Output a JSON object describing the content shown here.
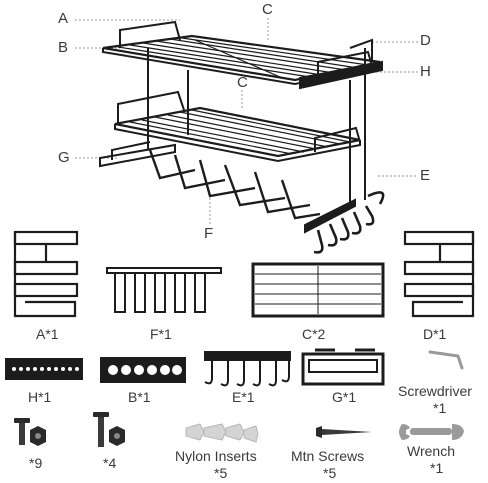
{
  "assembly_labels": {
    "A": "A",
    "B": "B",
    "C_top": "C",
    "C_mid": "C",
    "D": "D",
    "H": "H",
    "G": "G",
    "E": "E",
    "F": "F"
  },
  "parts_row1": {
    "A": "A*1",
    "F": "F*1",
    "C": "C*2",
    "D": "D*1"
  },
  "parts_row2": {
    "H": "H*1",
    "B": "B*1",
    "E": "E*1",
    "G": "G*1",
    "screwdriver_name": "Screwdriver",
    "screwdriver_qty": "*1"
  },
  "parts_row3": {
    "bolt9": "*9",
    "bolt4": "*4",
    "nylon_name": "Nylon Inserts",
    "nylon_qty": "*5",
    "mtn_name": "Mtn Screws",
    "mtn_qty": "*5",
    "wrench_name": "Wrench",
    "wrench_qty": "*1"
  },
  "colors": {
    "metal": "#1c1c1c",
    "text": "#3a3a3a",
    "leader": "#8a8a8a",
    "plastic": "#cfcfcf"
  }
}
